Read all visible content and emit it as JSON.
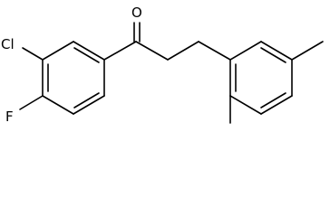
{
  "molecule": {
    "atoms": {
      "oxygen": "O",
      "chlorine": "Cl",
      "fluorine": "F"
    },
    "colors": {
      "ink": "#000000",
      "background": "#ffffff"
    }
  }
}
